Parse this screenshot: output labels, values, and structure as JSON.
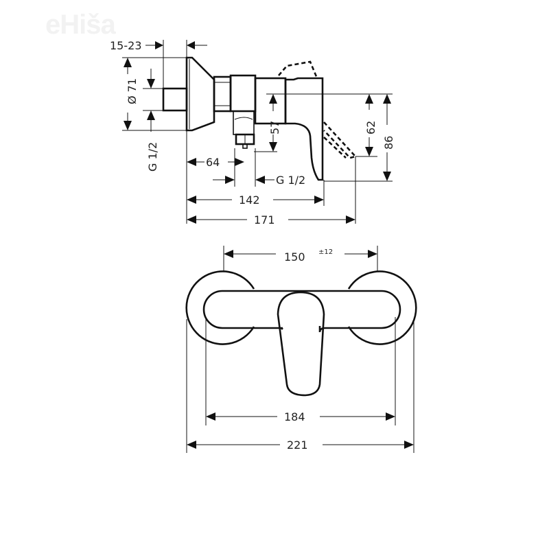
{
  "watermark": {
    "text": "eHiša"
  },
  "side_view": {
    "dimensions": {
      "wall_depth": "15-23",
      "flange_diameter": "Ø 71",
      "inlet_thread_left": "G 1/2",
      "inlet_offset": "64",
      "outlet_thread": "G 1/2",
      "lever_height_57": "57",
      "outlet_height_62": "62",
      "total_height_86": "86",
      "projection_142": "142",
      "projection_171": "171"
    }
  },
  "front_view": {
    "dimensions": {
      "center_distance": "150",
      "center_tolerance": "±12",
      "body_width": "184",
      "overall_width": "221"
    }
  }
}
